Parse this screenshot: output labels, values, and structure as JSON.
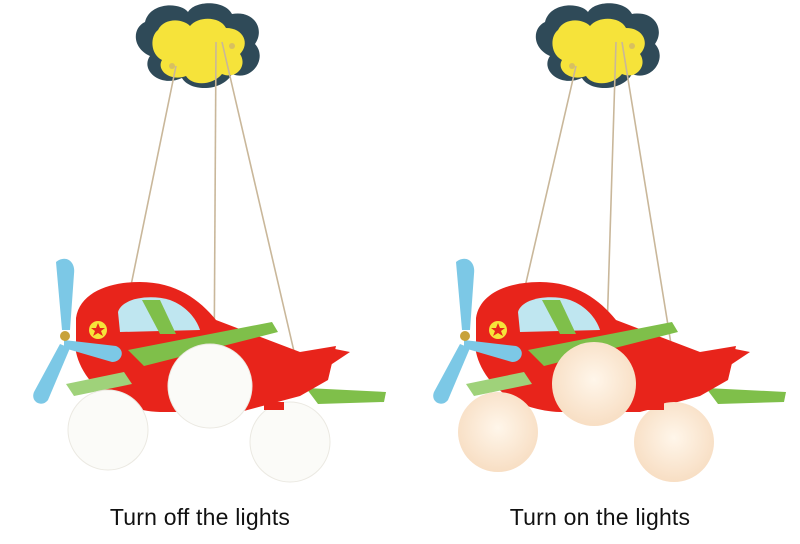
{
  "panels": [
    {
      "caption": "Turn off the lights",
      "state": "off"
    },
    {
      "caption": "Turn on the lights",
      "state": "on"
    }
  ],
  "colors": {
    "canopy_dark": "#2f4a58",
    "canopy_yellow": "#f6e33a",
    "fuselage_red": "#e8241b",
    "wing_green": "#7fbf4a",
    "propeller_blue": "#7cc8e6",
    "window_blue": "#bfe6f0",
    "globe_off": "#fbfbf8",
    "globe_on": "#fbe8d2",
    "cable": "#c9b79a"
  },
  "icons": [
    "cloud-canopy",
    "airplane-lamp",
    "propeller",
    "star-emblem",
    "glass-globe"
  ]
}
